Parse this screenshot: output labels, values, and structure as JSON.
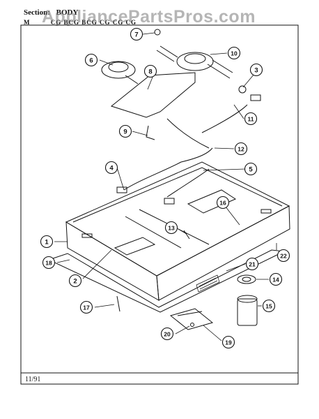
{
  "header": {
    "section_label": "Section:",
    "section_value": "BODY",
    "model_label": "M",
    "model_values": "CG BCG BCG CG CG CG"
  },
  "watermark": "AppliancePartsPros.com",
  "footer_date": "11/91",
  "callouts": [
    {
      "id": "callout-1",
      "label": "1"
    },
    {
      "id": "callout-2",
      "label": "2"
    },
    {
      "id": "callout-3",
      "label": "3"
    },
    {
      "id": "callout-4",
      "label": "4"
    },
    {
      "id": "callout-5",
      "label": "5"
    },
    {
      "id": "callout-6",
      "label": "6"
    },
    {
      "id": "callout-7",
      "label": "7"
    },
    {
      "id": "callout-8",
      "label": "8"
    },
    {
      "id": "callout-9",
      "label": "9"
    },
    {
      "id": "callout-10",
      "label": "10"
    },
    {
      "id": "callout-11",
      "label": "11"
    },
    {
      "id": "callout-12",
      "label": "12"
    },
    {
      "id": "callout-13",
      "label": "13"
    },
    {
      "id": "callout-14",
      "label": "14"
    },
    {
      "id": "callout-15",
      "label": "15"
    },
    {
      "id": "callout-16",
      "label": "16"
    },
    {
      "id": "callout-17",
      "label": "17"
    },
    {
      "id": "callout-18",
      "label": "18"
    },
    {
      "id": "callout-19",
      "label": "19"
    },
    {
      "id": "callout-20",
      "label": "20"
    },
    {
      "id": "callout-21",
      "label": "21"
    },
    {
      "id": "callout-22",
      "label": "22"
    }
  ]
}
